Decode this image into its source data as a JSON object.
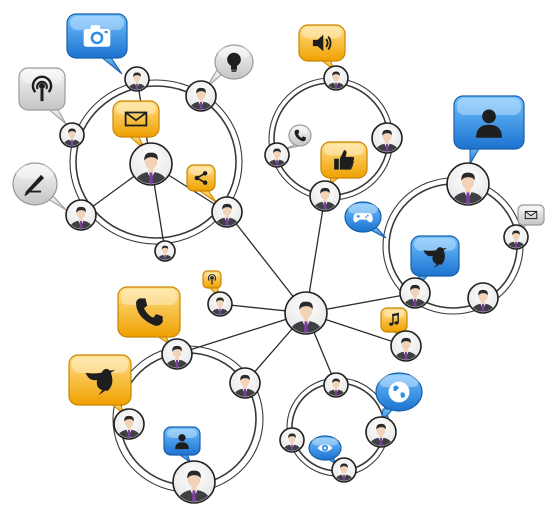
{
  "colors": {
    "line": "#2d2d2d",
    "ring": "#3a3a3a",
    "suit": "#3f3f46",
    "tie": "#7a3f9a",
    "skin": "#f3d3b8",
    "hair": "#2a2a2a",
    "bubble_blue": "#2f8fe4",
    "bubble_orange": "#f5b21a",
    "bubble_gray": "#d8d8d8",
    "icon_dark": "#1e1e1e",
    "icon_light": "#ffffff"
  },
  "people": [
    {
      "id": "hub",
      "size": "large"
    },
    {
      "id": "g1-center",
      "size": "large"
    },
    {
      "id": "g1-top",
      "size": "small"
    },
    {
      "id": "g1-topright",
      "size": "medium"
    },
    {
      "id": "g1-left",
      "size": "small"
    },
    {
      "id": "g1-bottomleft",
      "size": "medium"
    },
    {
      "id": "g1-bottom",
      "size": "tiny"
    },
    {
      "id": "g1-right",
      "size": "medium"
    },
    {
      "id": "g2-top",
      "size": "small"
    },
    {
      "id": "g2-left",
      "size": "small"
    },
    {
      "id": "g2-right",
      "size": "medium"
    },
    {
      "id": "g2-bottom",
      "size": "medium"
    },
    {
      "id": "g3-main",
      "size": "large"
    },
    {
      "id": "g3-right",
      "size": "small"
    },
    {
      "id": "g3-bottom",
      "size": "medium"
    },
    {
      "id": "g3-bottomright",
      "size": "medium"
    },
    {
      "id": "g4-top",
      "size": "medium"
    },
    {
      "id": "g4-left",
      "size": "medium"
    },
    {
      "id": "g4-right",
      "size": "medium"
    },
    {
      "id": "g4-bottom",
      "size": "large"
    },
    {
      "id": "g5-top",
      "size": "small"
    },
    {
      "id": "g5-left",
      "size": "small"
    },
    {
      "id": "g5-right",
      "size": "medium"
    },
    {
      "id": "g5-bottom",
      "size": "small"
    },
    {
      "id": "solo-left",
      "size": "small"
    },
    {
      "id": "solo-right",
      "size": "medium"
    }
  ],
  "bubbles": [
    {
      "id": "camera",
      "icon": "camera-icon",
      "color": "blue"
    },
    {
      "id": "lightbulb",
      "icon": "lightbulb-icon",
      "color": "gray"
    },
    {
      "id": "podcast",
      "icon": "podcast-icon",
      "color": "gray"
    },
    {
      "id": "mail-1",
      "icon": "envelope-icon",
      "color": "orange"
    },
    {
      "id": "pencil",
      "icon": "pencil-icon",
      "color": "gray"
    },
    {
      "id": "share",
      "icon": "share-icon",
      "color": "orange"
    },
    {
      "id": "speaker",
      "icon": "speaker-icon",
      "color": "orange"
    },
    {
      "id": "phone-small",
      "icon": "phone-icon",
      "color": "gray"
    },
    {
      "id": "thumbs-up",
      "icon": "thumbs-up-icon",
      "color": "orange"
    },
    {
      "id": "profile",
      "icon": "user-icon",
      "color": "blue"
    },
    {
      "id": "gamepad",
      "icon": "gamepad-icon",
      "color": "blue"
    },
    {
      "id": "mail-2",
      "icon": "envelope-icon",
      "color": "gray"
    },
    {
      "id": "twitter-1",
      "icon": "bird-icon",
      "color": "blue"
    },
    {
      "id": "podcast-small",
      "icon": "podcast-icon",
      "color": "orange"
    },
    {
      "id": "music",
      "icon": "music-note-icon",
      "color": "orange"
    },
    {
      "id": "phone-large",
      "icon": "phone-icon",
      "color": "orange"
    },
    {
      "id": "twitter-2",
      "icon": "bird-icon",
      "color": "orange"
    },
    {
      "id": "globe",
      "icon": "globe-icon",
      "color": "blue"
    },
    {
      "id": "user-small",
      "icon": "user-icon",
      "color": "blue"
    },
    {
      "id": "eye",
      "icon": "eye-icon",
      "color": "blue"
    }
  ]
}
